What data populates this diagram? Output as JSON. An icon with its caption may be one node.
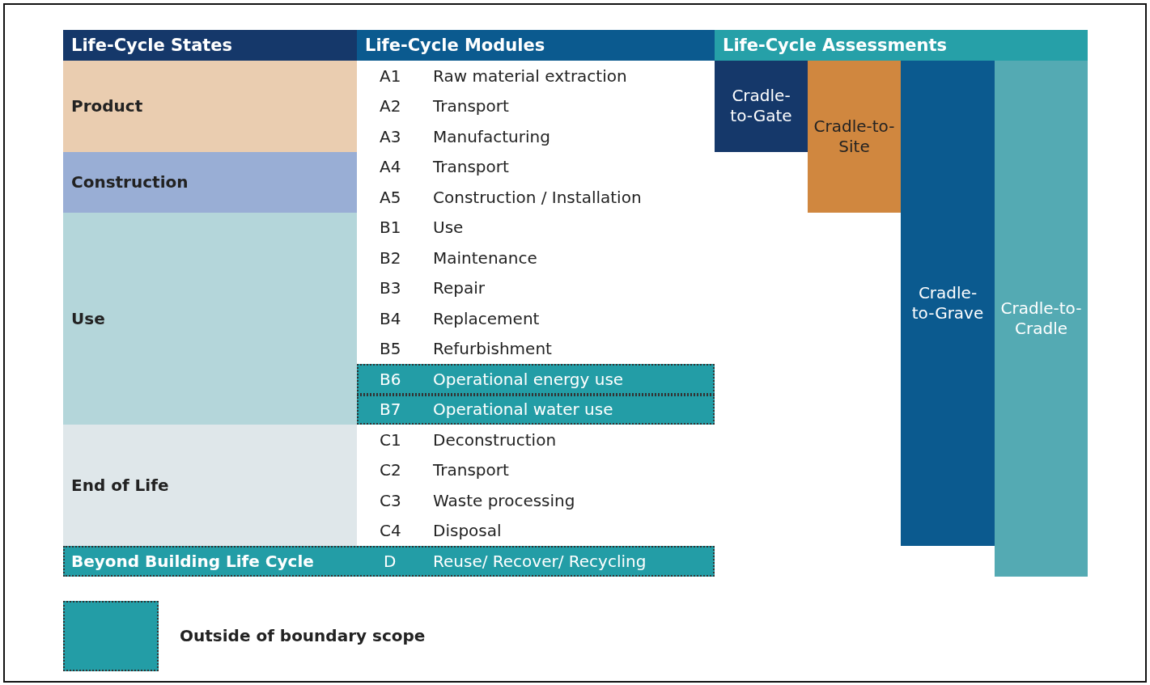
{
  "diagram": {
    "nodes": [
      {
        "text": [
          "Life-Cycle States"
        ]
      },
      {
        "text": [
          "Life-Cycle Modules"
        ]
      },
      {
        "text": [
          "Life-Cycle Assessments"
        ]
      },
      {
        "text": [
          "Product"
        ]
      },
      {
        "text": [
          "Construction"
        ]
      },
      {
        "text": [
          "Use"
        ]
      },
      {
        "text": [
          "End of Life"
        ]
      },
      {
        "text": [
          "A1",
          "Raw material extraction"
        ]
      },
      {
        "text": [
          "A2",
          "Transport"
        ]
      },
      {
        "text": [
          "A3",
          "Manufacturing"
        ]
      },
      {
        "text": [
          "A4",
          "Transport"
        ]
      },
      {
        "text": [
          "A5",
          "Construction / Installation"
        ]
      },
      {
        "text": [
          "B1",
          "Use"
        ]
      },
      {
        "text": [
          "B2",
          "Maintenance"
        ]
      },
      {
        "text": [
          "B3",
          "Repair"
        ]
      },
      {
        "text": [
          "B4",
          "Replacement"
        ]
      },
      {
        "text": [
          "B5",
          "Refurbishment"
        ]
      },
      {
        "text": [
          "B6",
          "Operational energy use"
        ]
      },
      {
        "text": [
          "B7",
          "Operational water use"
        ]
      },
      {
        "text": [
          "C1",
          "Deconstruction"
        ]
      },
      {
        "text": [
          "C2",
          "Transport"
        ]
      },
      {
        "text": [
          "C3",
          "Waste processing"
        ]
      },
      {
        "text": [
          "C4",
          "Disposal"
        ]
      },
      {
        "text": [
          "Beyond Building Life Cycle",
          "D",
          "Reuse/ Recover/ Recycling"
        ]
      },
      {
        "text": [
          "Cradle-to-Gate"
        ]
      },
      {
        "text": [
          "Cradle-to-Site"
        ]
      },
      {
        "text": [
          "Cradle-to-Grave"
        ]
      },
      {
        "text": [
          "Cradle-to-Cradle"
        ]
      }
    ],
    "legend": [
      {
        "text": "Outside of boundary scope",
        "color": "#239da6"
      }
    ]
  }
}
